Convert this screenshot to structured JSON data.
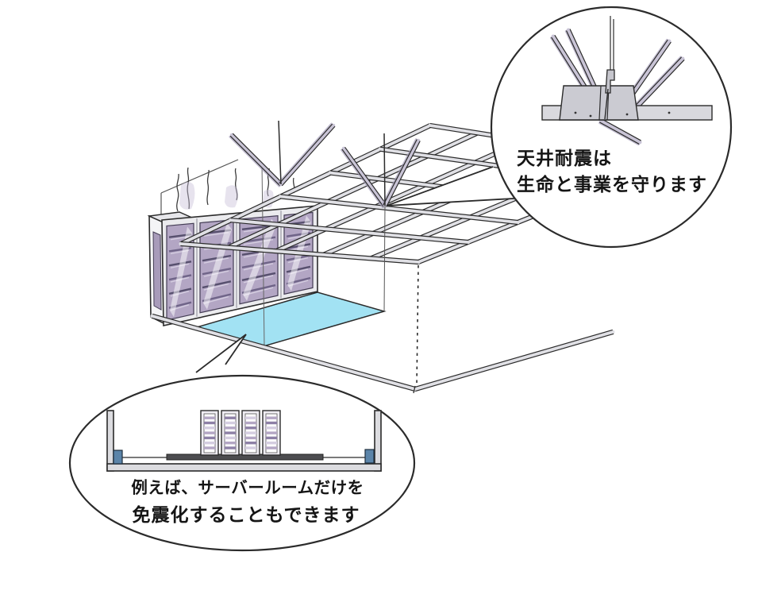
{
  "callouts": {
    "ceiling": {
      "lines": [
        "天井耐震は",
        "生命と事業を守ります"
      ]
    },
    "isolation": {
      "lines": [
        "例えば、サーバールームだけを",
        "免震化することもできます"
      ]
    }
  },
  "colors": {
    "outline": "#2b2b2b",
    "soft_line": "#555555",
    "beam_fill": "#e0e0e5",
    "frame_fill": "#ebebee",
    "side_fill": "#f4f4f6",
    "panel_purple": "#b3a6c4",
    "panel_purple_dark": "#6f6488",
    "panel_purple_light": "#d4cde0",
    "smudge": "#c6bcd6",
    "floor_blue": "#a2e2f3",
    "damper_blue": "#5b84a9",
    "rail_dark": "#4d4d50",
    "channel_fill": "#d9d9de",
    "bracket_fill": "#cbcbd2",
    "brace_fill": "#c9c4d6",
    "brace_shadow": "#a29ab8",
    "white": "#ffffff"
  }
}
